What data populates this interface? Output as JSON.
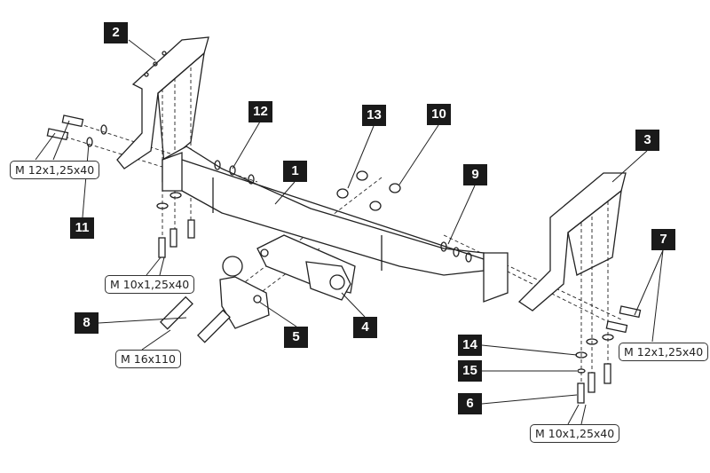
{
  "labels": [
    "1",
    "2",
    "3",
    "4",
    "5",
    "6",
    "7",
    "8",
    "9",
    "10",
    "11",
    "12",
    "13",
    "14",
    "15"
  ],
  "specs": {
    "left_bracket_bolt": "M 12x1,25x40",
    "left_bottom_bolt": "M 10x1,25x40",
    "ball_bolt": "M 16x110",
    "right_bracket_bolt": "M 12x1,25x40",
    "right_bottom_bolt": "M 10x1,25x40"
  },
  "colors": {
    "label_bg": "#1a1a1a",
    "line": "#222222"
  }
}
